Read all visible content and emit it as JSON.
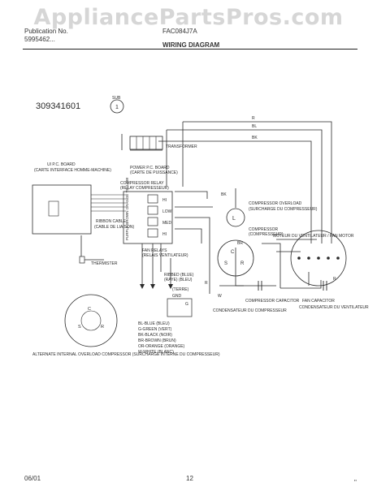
{
  "watermark": "AppliancePartsPros.com",
  "header": {
    "line1_left": "Publication No.",
    "line1_right": "FAC084J7A",
    "line2_left": "5995462...",
    "title": "WIRING DIAGRAM"
  },
  "diagram": {
    "part_number": "309341601",
    "sub_label": "SUB",
    "sub_value": "1",
    "transformer": "TRANSFORMER",
    "ui_board_en": "UI P.C. BOARD",
    "ui_board_fr": "(CARTE INTERFACE HOMME-MACHINE)",
    "power_board_en": "POWER P.C. BOARD",
    "power_board_fr": "(CARTE DE PUISSANCE)",
    "comp_relay_en": "COMPRESSOR RELAY",
    "comp_relay_fr": "(RELAY COMPRESSEUR)",
    "ribbon_en": "RIBBON CABLE",
    "ribbon_fr": "(CABLE DE LIAISON)",
    "cable_colors": "PURPLE BROWN ORANGE YELLOW",
    "thermistor": "THERMISTER",
    "fan_relays_en": "FAN RELAYS",
    "fan_relays_fr": "(RELAIS VENTILATEUR)",
    "speeds": [
      "HI",
      "LOW",
      "MED",
      "HI"
    ],
    "overload_en": "COMPRESSOR OVERLOAD",
    "overload_fr": "(SURCHARGE DU COMPRESSEUR)",
    "compressor_en": "COMPRESSOR",
    "compressor_fr": "(COMPRESSEUR)",
    "fan_motor_en": "MOTEUR DU VENTILATEUR / FAN MOTOR",
    "ribbed_en": "RIBBED (BLUE)",
    "ribbed_fr": "(RAYE) (BLEU)",
    "ground_fr": "(TERRE)",
    "gnd": "GND",
    "comp_cap_en": "COMPRESSOR CAPACITOR",
    "comp_cap_fr": "CONDENSATEUR DU COMPRESSEUR",
    "fan_cap_en": "FAN CAPACITOR",
    "fan_cap_fr": "CONDENSATEUR DU VENTILATEUR",
    "alt_overload": "ALTERNATE INTERNAL OVERLOAD COMPRESSOR (SURCHARGE INTERNE DU COMPRESSEUR)",
    "color_key": [
      "BL-BLUE (BLEU)",
      "G-GREEN (VERT)",
      "BK-BLACK (NOIR)",
      "BR-BROWN (BRUN)",
      "OR-ORANGE (ORANGE)",
      "W-WHITE (BLANC)"
    ],
    "wire_codes": [
      "R",
      "BL",
      "BK",
      "BR",
      "W",
      "G",
      "BK",
      "R",
      "W"
    ],
    "terminals": [
      "C",
      "S",
      "R"
    ]
  },
  "footer": {
    "date": "06/01",
    "page": "12",
    "tick": "\""
  }
}
